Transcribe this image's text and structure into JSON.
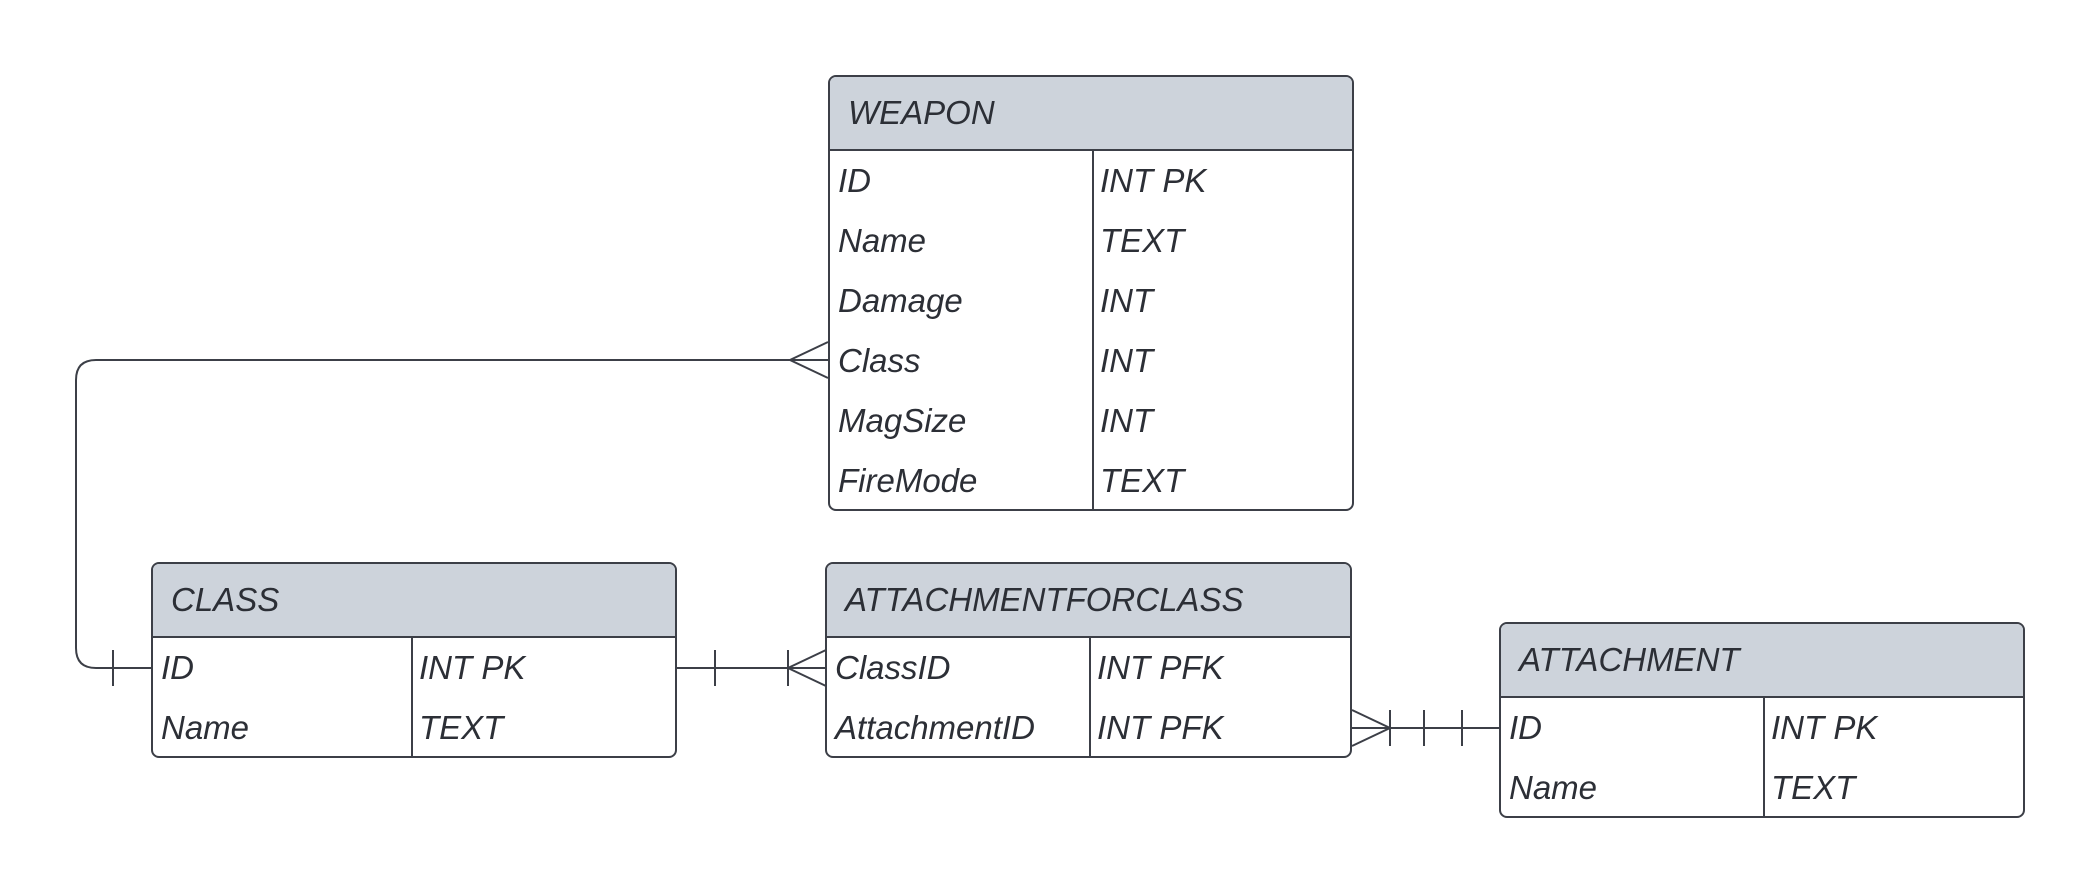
{
  "entities": {
    "weapon": {
      "title": "WEAPON",
      "rows": [
        {
          "name": "ID",
          "type": "INT PK"
        },
        {
          "name": "Name",
          "type": "TEXT"
        },
        {
          "name": "Damage",
          "type": "INT"
        },
        {
          "name": "Class",
          "type": "INT"
        },
        {
          "name": "MagSize",
          "type": "INT"
        },
        {
          "name": "FireMode",
          "type": "TEXT"
        }
      ]
    },
    "class": {
      "title": "CLASS",
      "rows": [
        {
          "name": "ID",
          "type": "INT PK"
        },
        {
          "name": "Name",
          "type": "TEXT"
        }
      ]
    },
    "attachmentforclass": {
      "title": "ATTACHMENTFORCLASS",
      "rows": [
        {
          "name": "ClassID",
          "type": "INT PFK"
        },
        {
          "name": "AttachmentID",
          "type": "INT PFK"
        }
      ]
    },
    "attachment": {
      "title": "ATTACHMENT",
      "rows": [
        {
          "name": "ID",
          "type": "INT PK"
        },
        {
          "name": "Name",
          "type": "TEXT"
        }
      ]
    }
  },
  "relationships": [
    {
      "from": "class.ID",
      "to": "weapon.Class",
      "from_cardinality": "one",
      "to_cardinality": "many"
    },
    {
      "from": "class.ID",
      "to": "attachmentforclass.ClassID",
      "from_cardinality": "one",
      "to_cardinality": "many"
    },
    {
      "from": "attachment.ID",
      "to": "attachmentforclass.AttachmentID",
      "from_cardinality": "one",
      "to_cardinality": "one-or-many"
    }
  ],
  "colors": {
    "header_fill": "#cdd3db",
    "border": "#3c3f47",
    "text": "#2c2f36",
    "background": "#ffffff"
  }
}
